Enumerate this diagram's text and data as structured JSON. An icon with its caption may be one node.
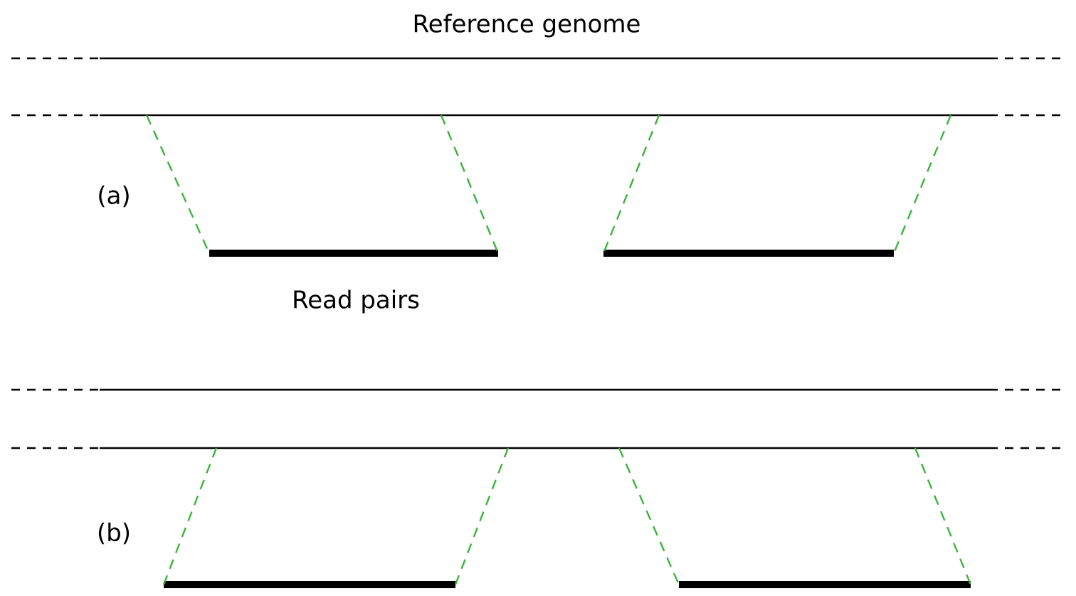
{
  "diagram": {
    "labels": [
      "Reference genome",
      "(a)",
      "Read pairs",
      "(b)"
    ]
  }
}
